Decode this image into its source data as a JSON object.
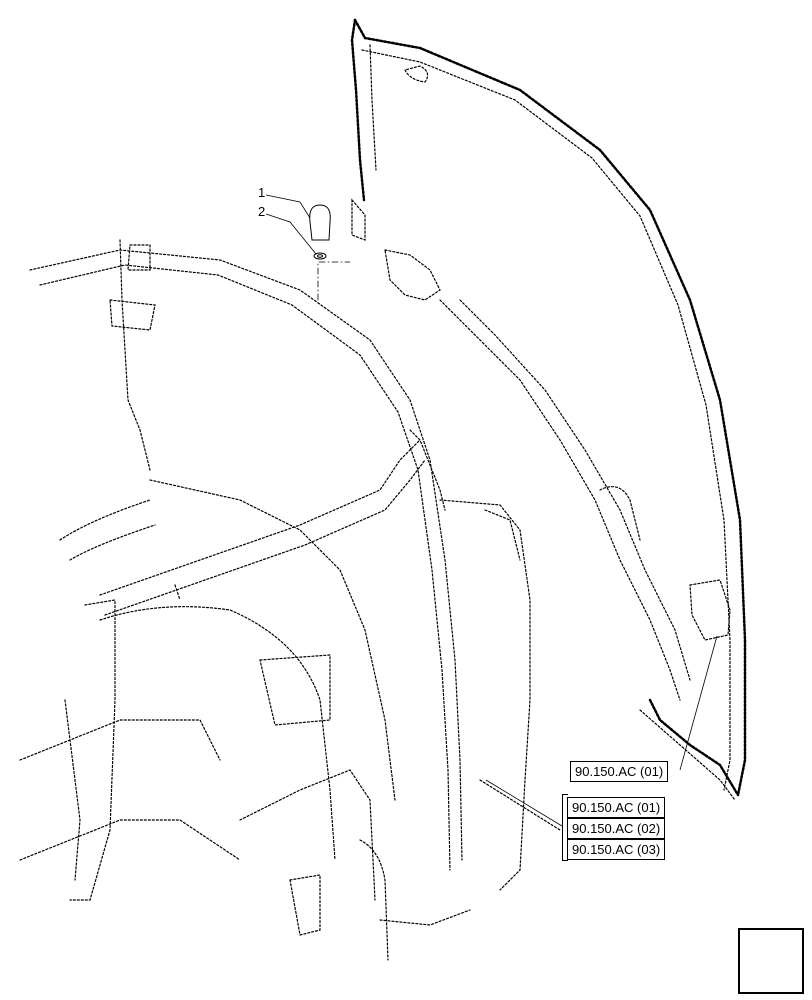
{
  "callouts": {
    "item1": "1",
    "item2": "2"
  },
  "references": {
    "single": "90.150.AC (01)",
    "group": [
      "90.150.AC (01)",
      "90.150.AC (02)",
      "90.150.AC (03)"
    ]
  },
  "icons": {
    "navigation": "navigate-arrow-icon"
  },
  "colors": {
    "line": "#000000",
    "background": "#ffffff"
  }
}
